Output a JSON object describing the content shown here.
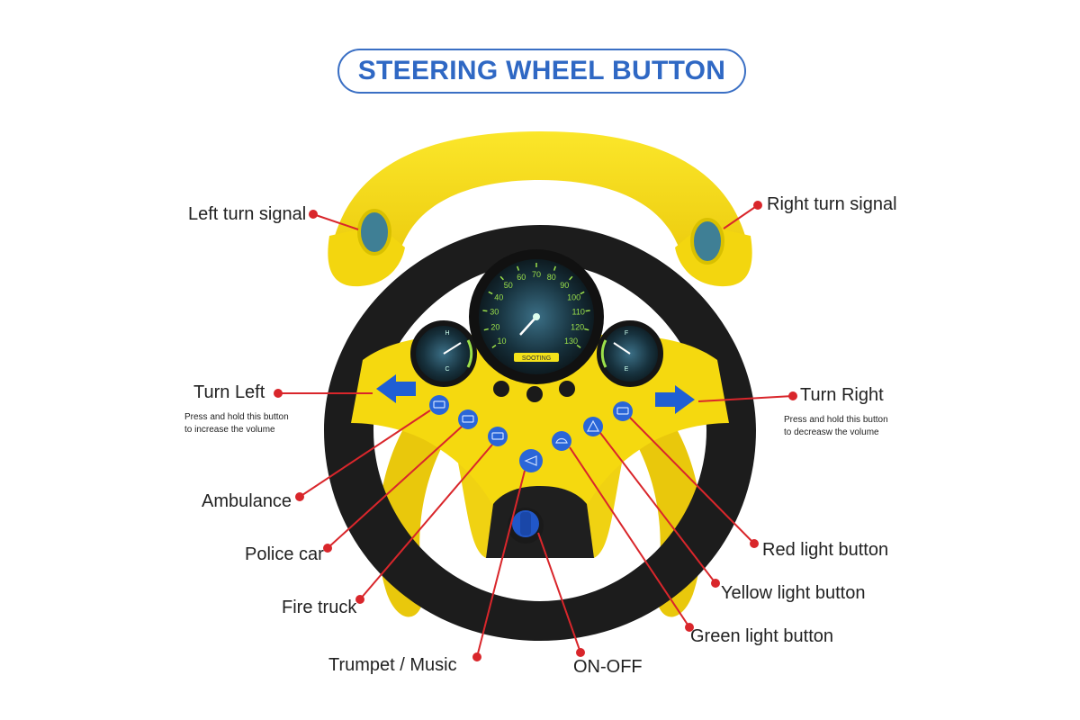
{
  "title": "STEERING WHEEL BUTTON",
  "labels": {
    "left_turn_signal": "Left turn signal",
    "right_turn_signal": "Right turn signal",
    "turn_left": "Turn Left",
    "turn_left_note_1": "Press and hold this button",
    "turn_left_note_2": "to increase the volume",
    "turn_right": "Turn Right",
    "turn_right_note_1": "Press and hold this button",
    "turn_right_note_2": "to decreasw the volume",
    "ambulance": "Ambulance",
    "police_car": "Police car",
    "fire_truck": "Fire truck",
    "trumpet_music": "Trumpet / Music",
    "on_off": "ON-OFF",
    "red_light_button": "Red light button",
    "yellow_light_button": "Yellow light button",
    "green_light_button": "Green light button"
  },
  "gauge": {
    "ticks": [
      "10",
      "20",
      "30",
      "40",
      "50",
      "60",
      "70",
      "80",
      "90",
      "100",
      "110",
      "120",
      "130"
    ],
    "left_dial": [
      "H",
      "C"
    ],
    "right_dial": [
      "F",
      "E"
    ],
    "brand": "SOOTING"
  },
  "colors": {
    "title": "#2f68c4",
    "wheel_yellow": "#f5d90f",
    "wheel_black": "#1c1c1c",
    "button_blue": "#1f5fd4",
    "pointer_red": "#d9262b",
    "gauge_green": "#9be04a"
  }
}
